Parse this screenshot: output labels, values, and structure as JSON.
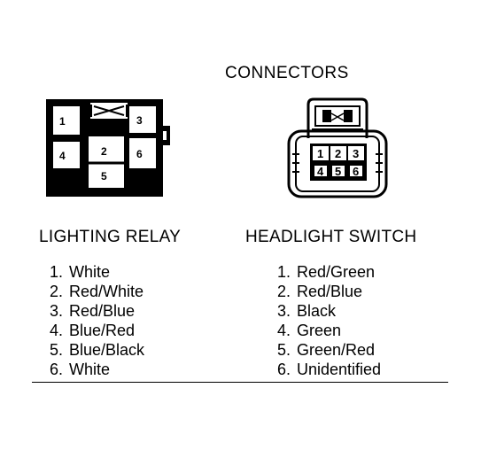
{
  "title": "CONNECTORS",
  "lighting_relay": {
    "heading": "LIGHTING RELAY",
    "pins": [
      "1",
      "2",
      "3",
      "4",
      "5",
      "6"
    ],
    "wires": [
      {
        "num": "1.",
        "color": "White"
      },
      {
        "num": "2.",
        "color": "Red/White"
      },
      {
        "num": "3.",
        "color": "Red/Blue"
      },
      {
        "num": "4.",
        "color": "Blue/Red"
      },
      {
        "num": "5.",
        "color": "Blue/Black"
      },
      {
        "num": "6.",
        "color": "White"
      }
    ]
  },
  "headlight_switch": {
    "heading": "HEADLIGHT SWITCH",
    "pins": [
      "1",
      "2",
      "3",
      "4",
      "5",
      "6"
    ],
    "wires": [
      {
        "num": "1.",
        "color": "Red/Green"
      },
      {
        "num": "2.",
        "color": "Red/Blue"
      },
      {
        "num": "3.",
        "color": "Black"
      },
      {
        "num": "4.",
        "color": "Green"
      },
      {
        "num": "5.",
        "color": "Green/Red"
      },
      {
        "num": "6.",
        "color": "Unidentified"
      }
    ]
  }
}
